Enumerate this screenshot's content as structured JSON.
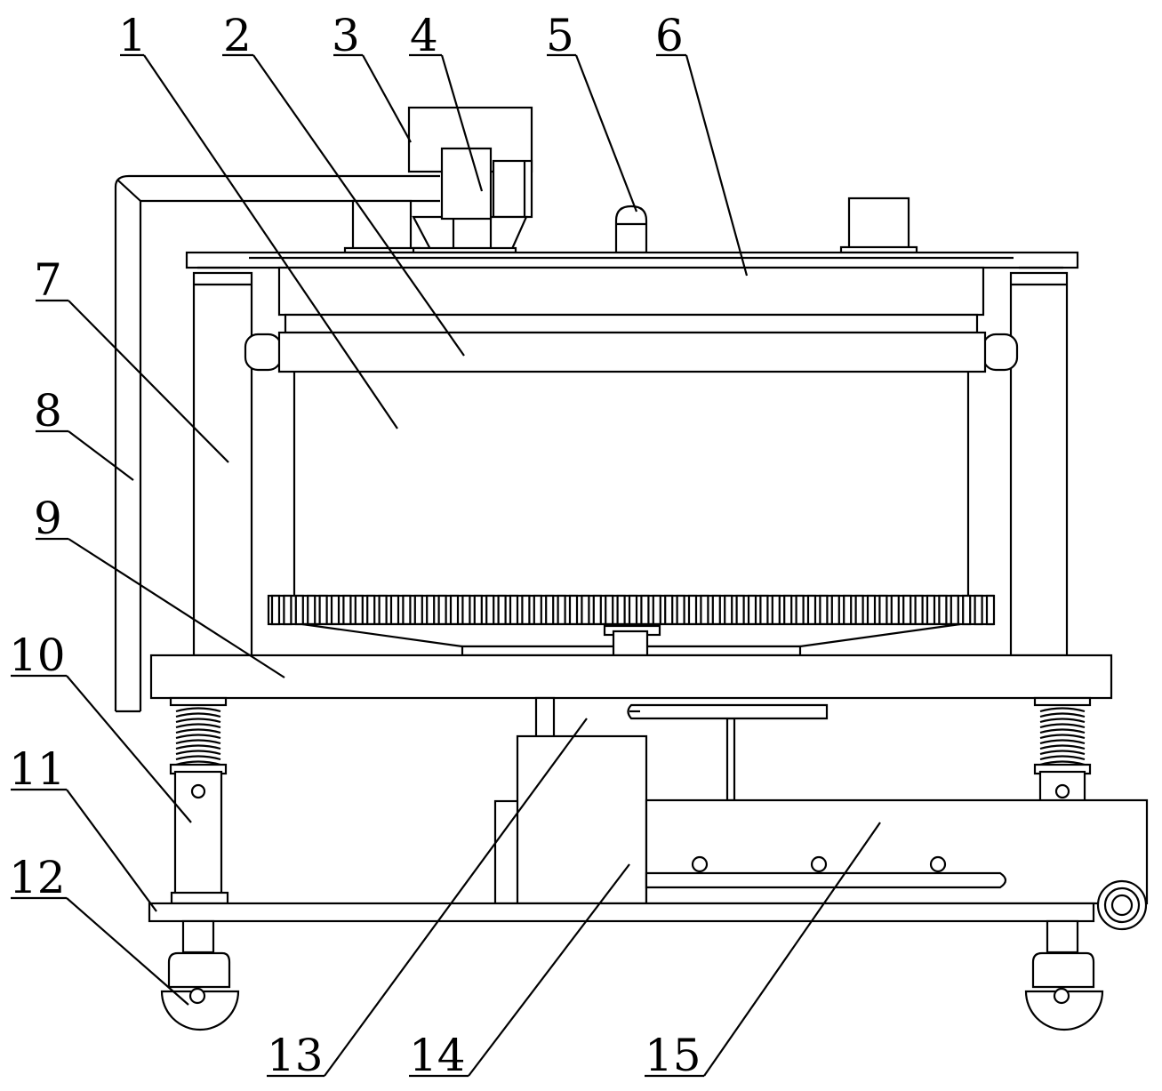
{
  "figure": {
    "callouts": [
      {
        "label": "1"
      },
      {
        "label": "2"
      },
      {
        "label": "3"
      },
      {
        "label": "4"
      },
      {
        "label": "5"
      },
      {
        "label": "6"
      },
      {
        "label": "7"
      },
      {
        "label": "8"
      },
      {
        "label": "9"
      },
      {
        "label": "10"
      },
      {
        "label": "11"
      },
      {
        "label": "12"
      },
      {
        "label": "13"
      },
      {
        "label": "14"
      },
      {
        "label": "15"
      }
    ],
    "colors": {
      "line": "#000000",
      "background": "#ffffff"
    }
  }
}
